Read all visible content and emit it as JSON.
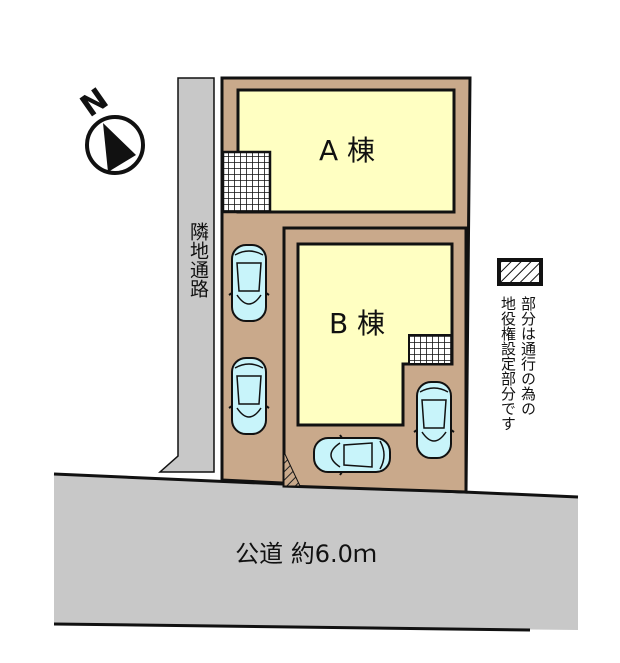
{
  "compass": {
    "label": "N",
    "icon": "north-arrow-icon"
  },
  "buildings": {
    "a": {
      "label": "A 棟"
    },
    "b": {
      "label": "B 棟"
    }
  },
  "side_road": {
    "label": "隣地通路"
  },
  "public_road": {
    "label": "公道 約6.0ｍ"
  },
  "legend": {
    "icon": "hatched-box-icon",
    "line1": "部分は通行の為の",
    "line2": "地役権設定部分です"
  },
  "colors": {
    "lot": "#c9a98b",
    "building": "#ffffc2",
    "road": "#c8c8c8",
    "car": "#c8f4fa",
    "outline": "#111111"
  },
  "parking_spaces": 4
}
